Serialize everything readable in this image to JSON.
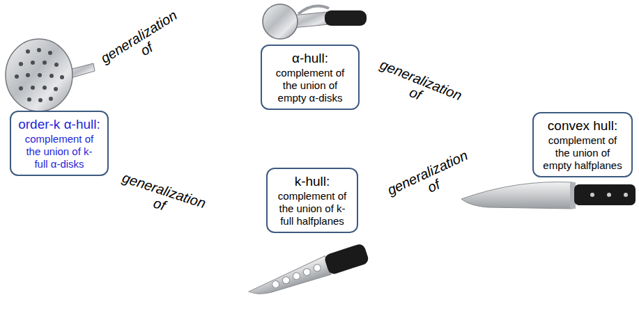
{
  "diagram": {
    "nodes": [
      {
        "text": [
          "α-hull:",
          "complement of the union of empty α-disks"
        ]
      },
      {
        "text": [
          "order-k α-hull:",
          "complement of the union of k-full α-disks"
        ]
      },
      {
        "text": [
          "convex hull:",
          "complement of the union of empty halfplanes"
        ]
      },
      {
        "text": [
          "k-hull:",
          "complement of the union of k-full halfplanes"
        ]
      }
    ],
    "labels": [
      "generalization of",
      "generalization of",
      "generalization of",
      "generalization of"
    ]
  }
}
